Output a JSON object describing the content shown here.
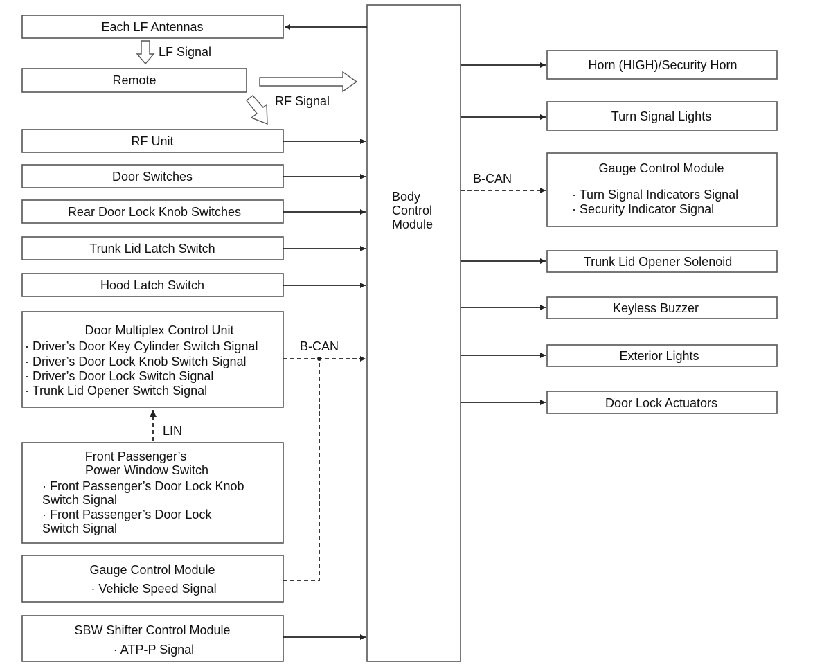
{
  "bcm": {
    "line1": "Body",
    "line2": "Control",
    "line3": "Module"
  },
  "inputs": {
    "lf_antennas": "Each LF Antennas",
    "lf_signal": "LF Signal",
    "remote": "Remote",
    "rf_signal": "RF Signal",
    "rf_unit": "RF Unit",
    "door_switches": "Door Switches",
    "rear_knob": "Rear Door Lock Knob Switches",
    "trunk_latch": "Trunk Lid Latch Switch",
    "hood_latch": "Hood Latch Switch",
    "dmcu": {
      "title": "Door Multiplex Control Unit",
      "items": [
        "· Driver’s Door Key Cylinder Switch Signal",
        "· Driver’s Door Lock Knob Switch Signal",
        "· Driver’s Door Lock Switch Signal",
        "· Trunk Lid Opener Switch Signal"
      ]
    },
    "lin": "LIN",
    "fppws": {
      "title1": "Front Passenger’s",
      "title2": "Power Window Switch",
      "item1a": "· Front Passenger’s Door Lock Knob",
      "item1b": "Switch Signal",
      "item2a": "· Front Passenger’s Door Lock",
      "item2b": "Switch Signal"
    },
    "gauge": {
      "title": "Gauge Control Module",
      "item": "· Vehicle Speed Signal"
    },
    "sbw": {
      "title": "SBW Shifter Control Module",
      "item": "· ATP-P Signal"
    },
    "bcan": "B-CAN"
  },
  "outputs": {
    "horn": "Horn (HIGH)/Security Horn",
    "turn_lights": "Turn Signal Lights",
    "bcan": "B-CAN",
    "gauge": {
      "title": "Gauge Control Module",
      "items": [
        "· Turn Signal Indicators Signal",
        "· Security Indicator Signal"
      ]
    },
    "trunk_solenoid": "Trunk Lid Opener Solenoid",
    "keyless_buzzer": "Keyless Buzzer",
    "exterior_lights": "Exterior Lights",
    "door_actuators": "Door Lock Actuators"
  }
}
